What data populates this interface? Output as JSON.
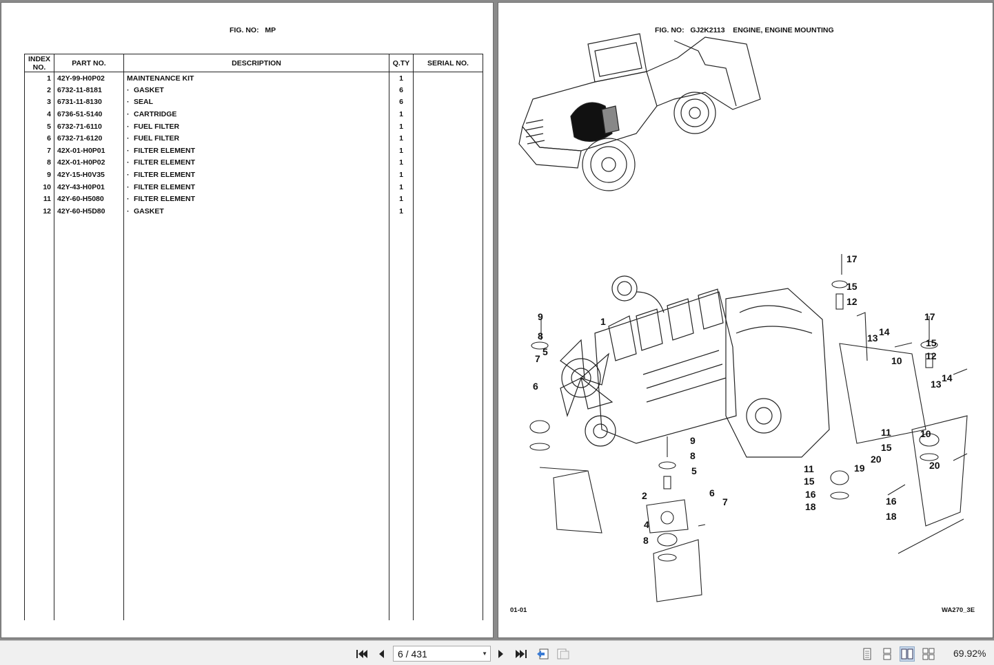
{
  "left_page": {
    "fig_label": "FIG. NO:",
    "fig_no": "MP",
    "headers": [
      "INDEX NO.",
      "PART NO.",
      "DESCRIPTION",
      "Q.TY",
      "SERIAL NO."
    ],
    "rows": [
      {
        "index": "1",
        "part": "42Y-99-H0P02",
        "desc": "MAINTENANCE KIT",
        "sub": false,
        "qty": "1"
      },
      {
        "index": "2",
        "part": "6732-11-8181",
        "desc": "GASKET",
        "sub": true,
        "qty": "6"
      },
      {
        "index": "3",
        "part": "6731-11-8130",
        "desc": "SEAL",
        "sub": true,
        "qty": "6"
      },
      {
        "index": "4",
        "part": "6736-51-5140",
        "desc": "CARTRIDGE",
        "sub": true,
        "qty": "1"
      },
      {
        "index": "5",
        "part": "6732-71-6110",
        "desc": "FUEL FILTER",
        "sub": true,
        "qty": "1"
      },
      {
        "index": "6",
        "part": "6732-71-6120",
        "desc": "FUEL FILTER",
        "sub": true,
        "qty": "1"
      },
      {
        "index": "7",
        "part": "42X-01-H0P01",
        "desc": "FILTER ELEMENT",
        "sub": true,
        "qty": "1"
      },
      {
        "index": "8",
        "part": "42X-01-H0P02",
        "desc": "FILTER ELEMENT",
        "sub": true,
        "qty": "1"
      },
      {
        "index": "9",
        "part": "42Y-15-H0V35",
        "desc": "FILTER ELEMENT",
        "sub": true,
        "qty": "1"
      },
      {
        "index": "10",
        "part": "42Y-43-H0P01",
        "desc": "FILTER ELEMENT",
        "sub": true,
        "qty": "1"
      },
      {
        "index": "11",
        "part": "42Y-60-H5080",
        "desc": "FILTER ELEMENT",
        "sub": true,
        "qty": "1"
      },
      {
        "index": "12",
        "part": "42Y-60-H5D80",
        "desc": "GASKET",
        "sub": true,
        "qty": "1"
      }
    ],
    "sub_marker": "·"
  },
  "right_page": {
    "fig_label": "FIG. NO:",
    "fig_no": "GJ2K2113",
    "fig_title": "ENGINE, ENGINE MOUNTING",
    "page_code": "01-01",
    "model_code": "WA270_3E",
    "callouts": [
      "17",
      "15",
      "12",
      "1",
      "9",
      "8",
      "5",
      "7",
      "6",
      "14",
      "13",
      "10",
      "17",
      "15",
      "12",
      "13",
      "14",
      "9",
      "8",
      "5",
      "2",
      "4",
      "6",
      "7",
      "8",
      "11",
      "15",
      "20",
      "19",
      "10",
      "11",
      "15",
      "16",
      "18",
      "16",
      "18",
      "20"
    ]
  },
  "toolbar": {
    "page_value": "6 / 431",
    "zoom": "69.92%",
    "icons": [
      "first-page-icon",
      "prev-page-icon",
      "next-page-icon",
      "last-page-icon",
      "go-back-icon",
      "go-forward-icon",
      "single-page-view-icon",
      "continuous-view-icon",
      "two-page-view-icon",
      "two-page-continuous-icon"
    ]
  },
  "colors": {
    "viewer_bg": "#8a8a8a",
    "toolbar_bg": "#f0f0f0",
    "active_view": "#c7d7ea"
  }
}
